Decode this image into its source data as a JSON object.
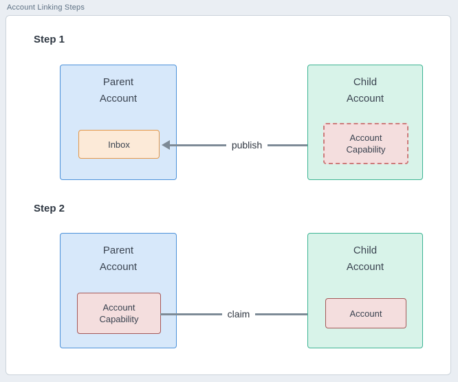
{
  "title": "Account Linking Steps",
  "steps": [
    {
      "heading": "Step 1",
      "parent": {
        "label": "Parent Account",
        "inner_label": "Inbox"
      },
      "child": {
        "label": "Child Account",
        "inner_label": "Account Capability"
      },
      "arrow": {
        "label": "publish",
        "direction": "left"
      }
    },
    {
      "heading": "Step 2",
      "parent": {
        "label": "Parent Account",
        "inner_label": "Account Capability"
      },
      "child": {
        "label": "Child Account",
        "inner_label": "Account"
      },
      "arrow": {
        "label": "claim",
        "direction": "right"
      }
    }
  ],
  "colors": {
    "page_bg": "#eaeef3",
    "panel_bg": "#ffffff",
    "panel_border": "#cbd3da",
    "parent_fill": "#d7e8fa",
    "parent_border": "#4a90d9",
    "child_fill": "#d8f3e9",
    "child_border": "#3bb392",
    "inbox_fill": "#fcead8",
    "inbox_border": "#e2974a",
    "capability_fill": "#f4dede",
    "capability_dashed_border": "#cc7a7a",
    "capability_border": "#a45757",
    "arrow_color": "#7d8a96"
  }
}
